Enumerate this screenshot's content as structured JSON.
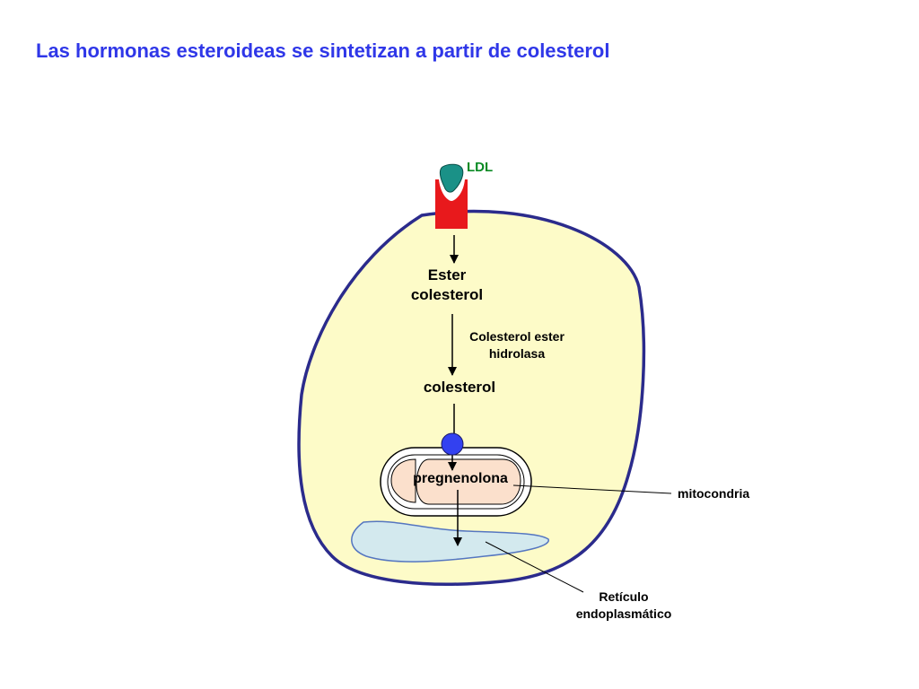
{
  "title": "Las hormonas esteroideas se sintetizan a partir de colesterol",
  "labels": {
    "ldl": "LDL",
    "ester_line1": "Ester",
    "ester_line2": "colesterol",
    "enzyme_line1": "Colesterol ester",
    "enzyme_line2": "hidrolasa",
    "colesterol": "colesterol",
    "pregnenolona": "pregnenolona",
    "mitocondria": "mitocondria",
    "reticulo_line1": "Retículo",
    "reticulo_line2": "endoplasmático"
  },
  "colors": {
    "title": "#2f37e8",
    "ldl_label": "#0a8a24",
    "cell_fill": "#fdfbc8",
    "cell_border": "#2b2b8c",
    "receptor": "#e8191c",
    "ldl_particle": "#1a9187",
    "transporter": "#3341f0",
    "mitochondria_inner": "#fbe0cc",
    "reticulum": "#d3e9ee"
  }
}
